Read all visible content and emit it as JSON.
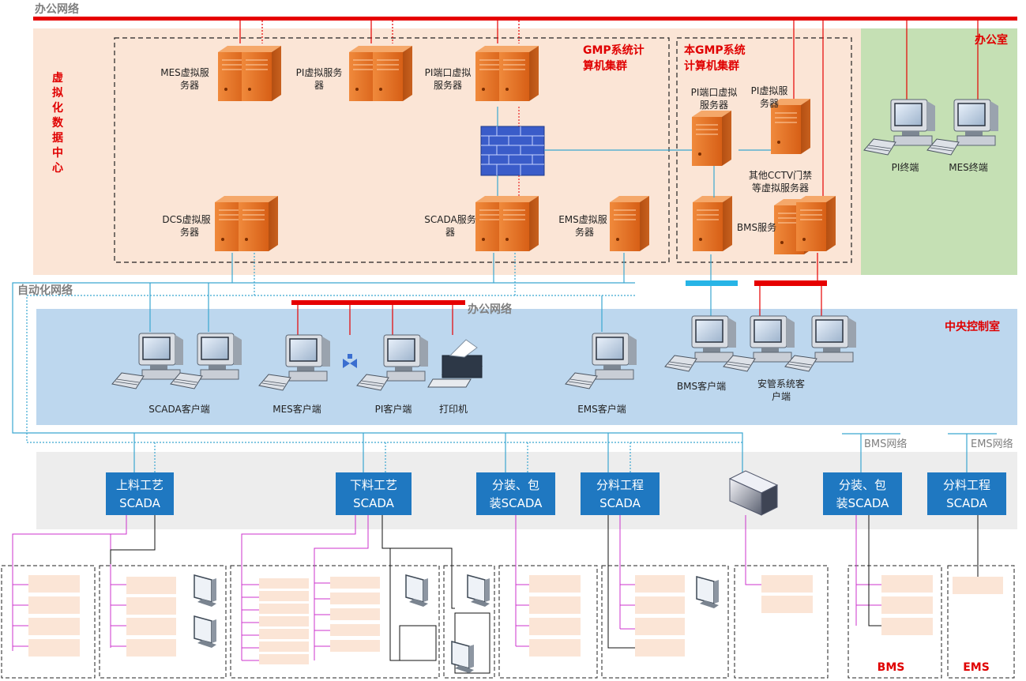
{
  "networks": {
    "office_top": "办公网络",
    "automation": "自动化网络",
    "office_mid": "办公网络",
    "bms": "BMS网络",
    "ems": "EMS网络"
  },
  "zones": {
    "datacenter": [
      "虚",
      "拟",
      "化",
      "数",
      "据",
      "中",
      "心"
    ],
    "office_room": "办公室",
    "control_room": "中央控制室",
    "gmp_cluster": [
      "GMP系统计",
      "算机集群"
    ],
    "nongmp_cluster": [
      "本GMP系统",
      "计算机集群"
    ]
  },
  "servers": {
    "mes": [
      "MES虚拟服",
      "务器"
    ],
    "pi": [
      "PI虚拟服务",
      "器"
    ],
    "pi_port": [
      "PI端口虚拟",
      "服务器"
    ],
    "dcs": [
      "DCS虚拟服",
      "务器"
    ],
    "scada": [
      "SCADA服务",
      "器"
    ],
    "ems": [
      "EMS虚拟服",
      "务器"
    ],
    "pi_port2": [
      "PI端口虚拟",
      "服务器"
    ],
    "pi2": [
      "PI虚拟服",
      "务器"
    ],
    "other": [
      "其他CCTV门禁",
      "等虚拟服务器"
    ],
    "bms": "BMS服务"
  },
  "terminals": {
    "pi": "PI终端",
    "mes": "MES终端"
  },
  "clients": {
    "scada": "SCADA客户端",
    "mes": "MES客户端",
    "pi": "PI客户端",
    "printer": "打印机",
    "ems": "EMS客户端",
    "bms": "BMS客户端",
    "security": [
      "安管系统客",
      "户端"
    ]
  },
  "scada_boxes": [
    [
      "上料工艺",
      "SCADA"
    ],
    [
      "下料工艺",
      "SCADA"
    ],
    [
      "分装、包",
      "装SCADA"
    ],
    [
      "分料工程",
      "SCADA"
    ],
    [
      "分装、包",
      "装SCADA"
    ],
    [
      "分料工程",
      "SCADA"
    ]
  ],
  "bottom_labels": {
    "bms": "BMS",
    "ems": "EMS"
  },
  "colors": {
    "red_bus": "#e60000",
    "datacenter_bg": "#fbe5d6",
    "office_bg": "#c5e0b4",
    "control_bg": "#bdd7ee",
    "field_bg": "#ededed",
    "scada_box": "#1f78c1",
    "cyan_line": "#3aa6d0",
    "magenta_line": "#cc33cc",
    "server_orange": "#e7732a"
  }
}
